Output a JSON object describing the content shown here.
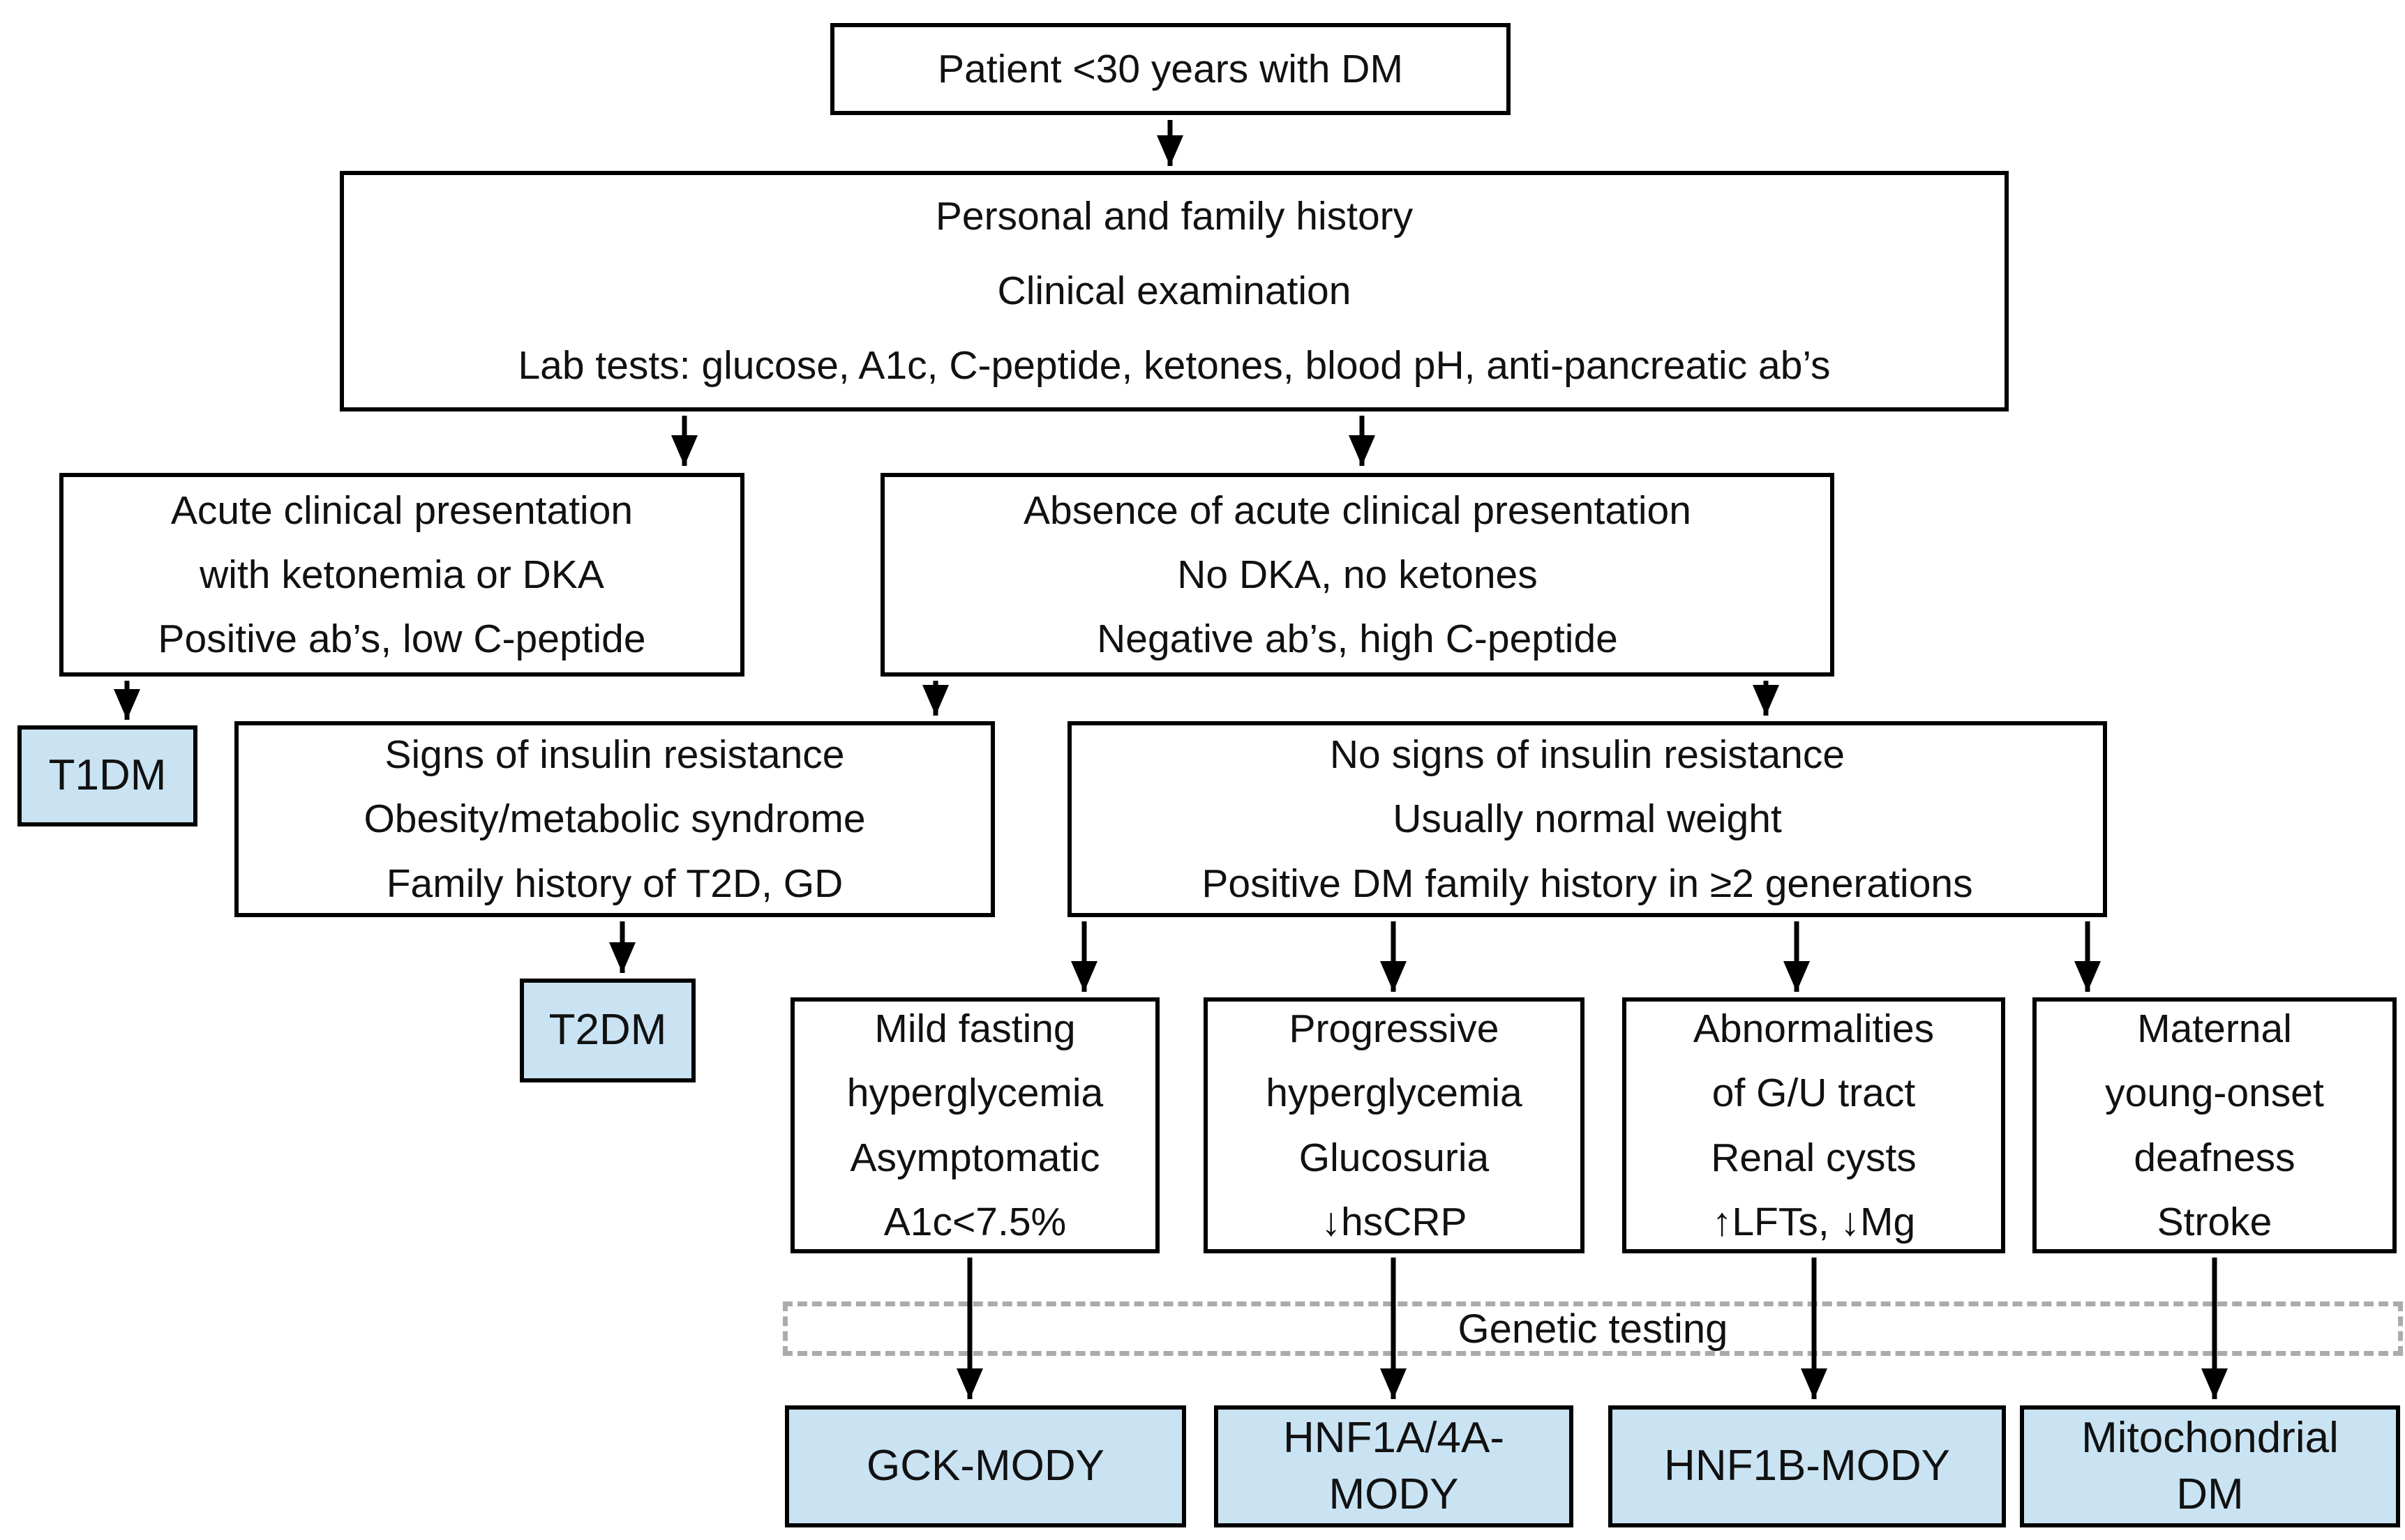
{
  "nodes": {
    "patient": {
      "lines": [
        "Patient <30 years with DM"
      ]
    },
    "workup": {
      "lines": [
        "Personal and family history",
        "Clinical examination",
        "Lab tests: glucose, A1c, C-peptide, ketones, blood pH, anti-pancreatic ab’s"
      ]
    },
    "acute": {
      "lines": [
        "Acute clinical presentation",
        "with ketonemia or DKA",
        "Positive ab’s, low C-peptide"
      ]
    },
    "non_acute": {
      "lines": [
        "Absence of acute clinical presentation",
        "No DKA, no ketones",
        "Negative ab’s, high C-peptide"
      ]
    },
    "t1dm": {
      "label": "T1DM"
    },
    "insulin_resistance": {
      "lines": [
        "Signs of insulin resistance",
        "Obesity/metabolic syndrome",
        "Family history of T2D, GD"
      ]
    },
    "t2dm": {
      "label": "T2DM"
    },
    "no_insulin_resistance": {
      "lines": [
        "No signs of insulin resistance",
        "Usually normal weight",
        "Positive DM family history in ≥2 generations"
      ]
    },
    "mild_fasting": {
      "lines": [
        "Mild fasting",
        "hyperglycemia",
        "Asymptomatic",
        "A1c<7.5%"
      ]
    },
    "progressive": {
      "lines": [
        "Progressive",
        "hyperglycemia",
        "Glucosuria",
        "↓hsCRP"
      ]
    },
    "gu_tract": {
      "lines": [
        "Abnormalities",
        "of G/U tract",
        "Renal cysts",
        "↑LFTs, ↓Mg"
      ]
    },
    "maternal": {
      "lines": [
        "Maternal",
        "young-onset",
        "deafness",
        "Stroke"
      ]
    },
    "genetic_testing": {
      "label": "Genetic testing"
    },
    "gck_mody": {
      "label": "GCK-MODY"
    },
    "hnf1a_mody": {
      "lines": [
        "HNF1A/4A-",
        "MODY"
      ]
    },
    "hnf1b_mody": {
      "label": "HNF1B-MODY"
    },
    "mitochondrial_dm": {
      "lines": [
        "Mitochondrial",
        "DM"
      ]
    }
  },
  "colors": {
    "highlight_fill": "#C9E3F3",
    "box_border": "#000000",
    "dashed_border": "#ABABAB",
    "background": "#FFFFFF",
    "arrow": "#000000"
  }
}
